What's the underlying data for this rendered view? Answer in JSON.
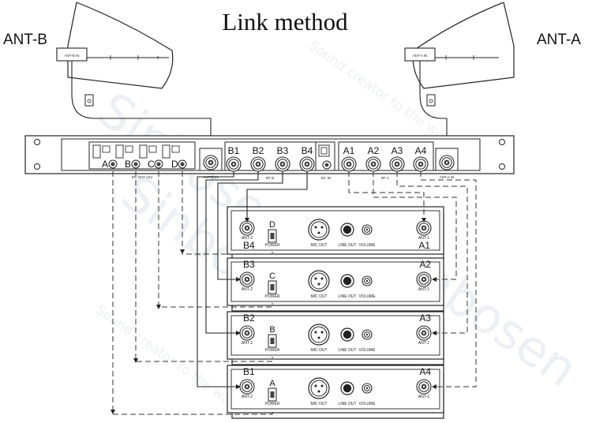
{
  "diagram": {
    "title": "Link method",
    "antennas": [
      {
        "id": "ant-b",
        "label": "ANT-B",
        "plate": "ANT-B IN"
      },
      {
        "id": "ant-a",
        "label": "ANT-A",
        "plate": "ANT-A IN"
      }
    ],
    "distributor": {
      "dc_outs": [
        "A",
        "B",
        "C",
        "D"
      ],
      "dc_out_caption": "DC OUT 12V",
      "b_outputs": [
        "B1",
        "B2",
        "B3",
        "B4"
      ],
      "b_caption": "RF B",
      "dc_in": "DC IN",
      "a_outputs": [
        "A1",
        "A2",
        "A3",
        "A4"
      ],
      "a_caption": "RF A",
      "ant_b_in": "ANT-B IN",
      "ant_a_in": "ANT-A IN"
    },
    "receivers": [
      {
        "power_label": "D",
        "ant2_label": "B4",
        "ant1_label": "A1"
      },
      {
        "power_label": "C",
        "ant2_label": "B3",
        "ant1_label": "A2"
      },
      {
        "power_label": "B",
        "ant2_label": "B2",
        "ant1_label": "A3"
      },
      {
        "power_label": "A",
        "ant2_label": "B1",
        "ant1_label": "A4"
      }
    ],
    "receiver_panel": {
      "ant2": "ANT-2",
      "ant1": "ANT-1",
      "power": "POWER",
      "mic_out": "MIC OUT",
      "line_out": "LINE OUT",
      "volume": "VOLUME"
    },
    "watermark": {
      "brand": "Sinbosen",
      "slogan": "Sound creator to the world"
    }
  }
}
